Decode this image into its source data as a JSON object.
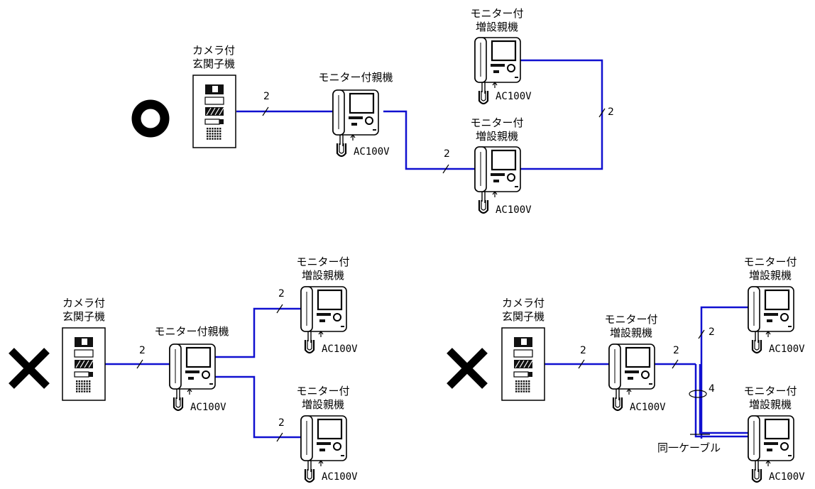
{
  "labels": {
    "door_station": "カメラ付\n玄関子機",
    "master_monitor": "モニター付親機",
    "sub_monitor": "モニター付\n増設親機",
    "power": "AC100V",
    "same_cable": "同一ケーブル"
  },
  "wire_counts": {
    "two": "2",
    "four": "4"
  },
  "verdicts": {
    "ok_mark": "circle-ok",
    "ng_mark": "cross-ng"
  },
  "colors": {
    "wire": "#1010d0",
    "line": "#000000",
    "mark": "#000000"
  }
}
